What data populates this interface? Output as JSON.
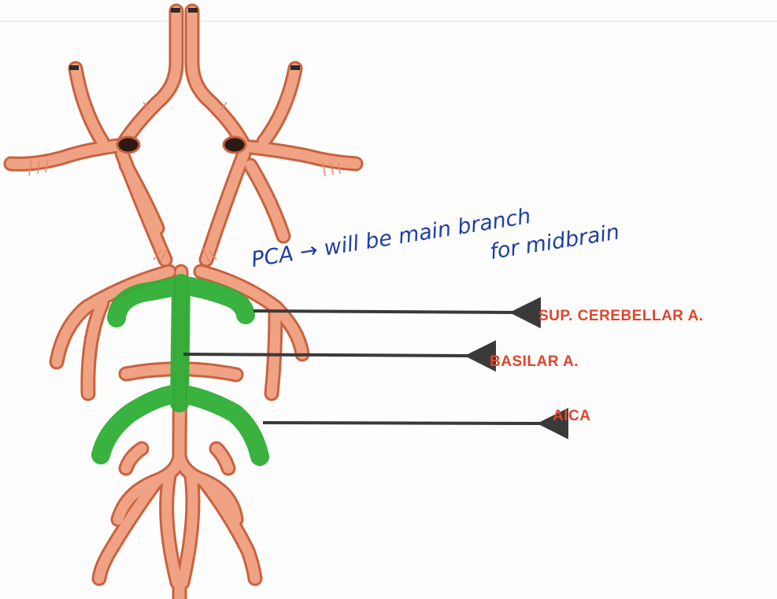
{
  "labels": {
    "sup_cerebellar": "SUP. CEREBELLAR A.",
    "basilar": "BASILAR A.",
    "aica": "AICA"
  },
  "handwritten_note": {
    "line1": "PCA → will be main branch",
    "line2": "for midbrain"
  },
  "colors": {
    "artery_fill": "#f0a384",
    "artery_outline": "#c9623f",
    "highlight": "#2fae35",
    "label_text": "#e0452b",
    "note_ink": "#1f3fa6",
    "arrow": "#3a3a3a"
  }
}
